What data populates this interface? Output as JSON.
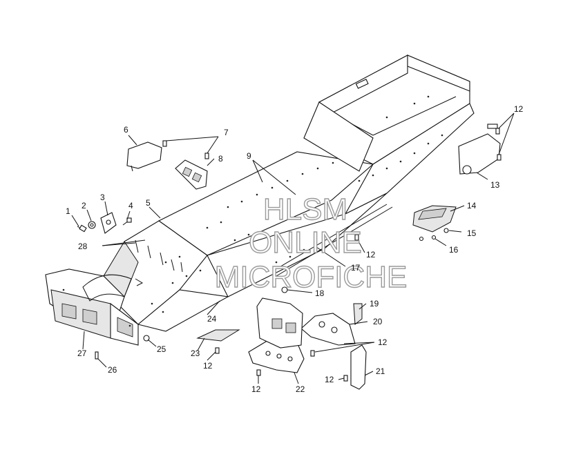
{
  "watermark": {
    "line1": "HLSM",
    "line2": "ONLINE",
    "line3": "MICROFICHE"
  },
  "callouts": [
    {
      "id": "c1",
      "text": "1"
    },
    {
      "id": "c2",
      "text": "2"
    },
    {
      "id": "c3",
      "text": "3"
    },
    {
      "id": "c4",
      "text": "4"
    },
    {
      "id": "c5",
      "text": "5"
    },
    {
      "id": "c6",
      "text": "6"
    },
    {
      "id": "c7",
      "text": "7"
    },
    {
      "id": "c8",
      "text": "8"
    },
    {
      "id": "c9",
      "text": "9"
    },
    {
      "id": "c12a",
      "text": "12"
    },
    {
      "id": "c12b",
      "text": "12"
    },
    {
      "id": "c12c",
      "text": "12"
    },
    {
      "id": "c12d",
      "text": "12"
    },
    {
      "id": "c12e",
      "text": "12"
    },
    {
      "id": "c12f",
      "text": "12"
    },
    {
      "id": "c13",
      "text": "13"
    },
    {
      "id": "c14",
      "text": "14"
    },
    {
      "id": "c15",
      "text": "15"
    },
    {
      "id": "c16",
      "text": "16"
    },
    {
      "id": "c17",
      "text": "17"
    },
    {
      "id": "c18",
      "text": "18"
    },
    {
      "id": "c19",
      "text": "19"
    },
    {
      "id": "c20",
      "text": "20"
    },
    {
      "id": "c21",
      "text": "21"
    },
    {
      "id": "c22",
      "text": "22"
    },
    {
      "id": "c23",
      "text": "23"
    },
    {
      "id": "c24",
      "text": "24"
    },
    {
      "id": "c25",
      "text": "25"
    },
    {
      "id": "c26",
      "text": "26"
    },
    {
      "id": "c27",
      "text": "27"
    },
    {
      "id": "c28",
      "text": "28"
    }
  ]
}
